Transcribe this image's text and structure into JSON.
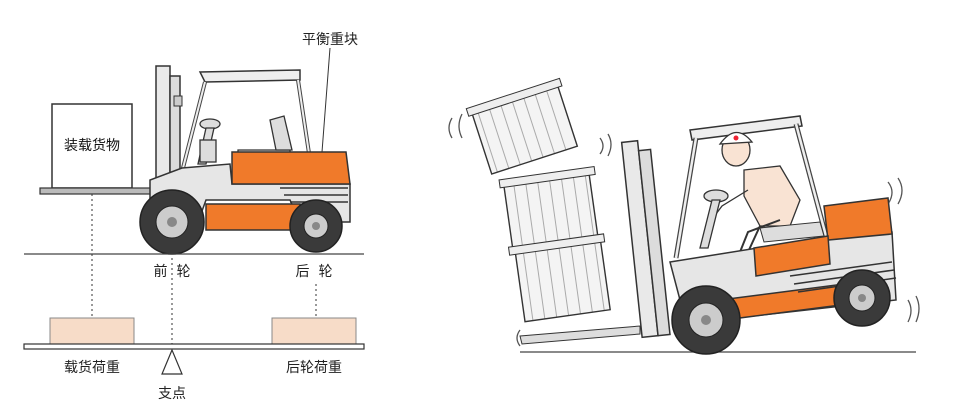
{
  "left": {
    "cargo_label": "装载货物",
    "counterweight_label": "平衡重块",
    "front_wheel_label": "前  轮",
    "rear_wheel_label": "后  轮",
    "cargo_load_label": "载货荷重",
    "rear_load_label": "后轮荷重",
    "fulcrum_label": "支点"
  },
  "colors": {
    "orange": "#F07A2A",
    "load_block": "#F7DCC8",
    "outline": "#333333"
  }
}
